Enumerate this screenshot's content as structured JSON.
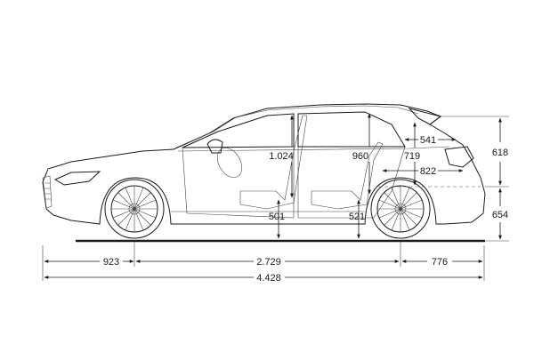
{
  "dimensions": {
    "front_overhang": "923",
    "wheelbase": "2.729",
    "rear_overhang": "776",
    "overall_length": "4.428",
    "front_headroom": "1.024",
    "rear_headroom": "960",
    "front_seat_height": "501",
    "rear_seat_height": "521",
    "rear_load_height": "719",
    "tailgate_opening": "541",
    "cargo_length": "822",
    "rear_window_height": "618",
    "rear_body_height": "654"
  },
  "colors": {
    "line": "#1a1a1a",
    "background": "#ffffff"
  }
}
